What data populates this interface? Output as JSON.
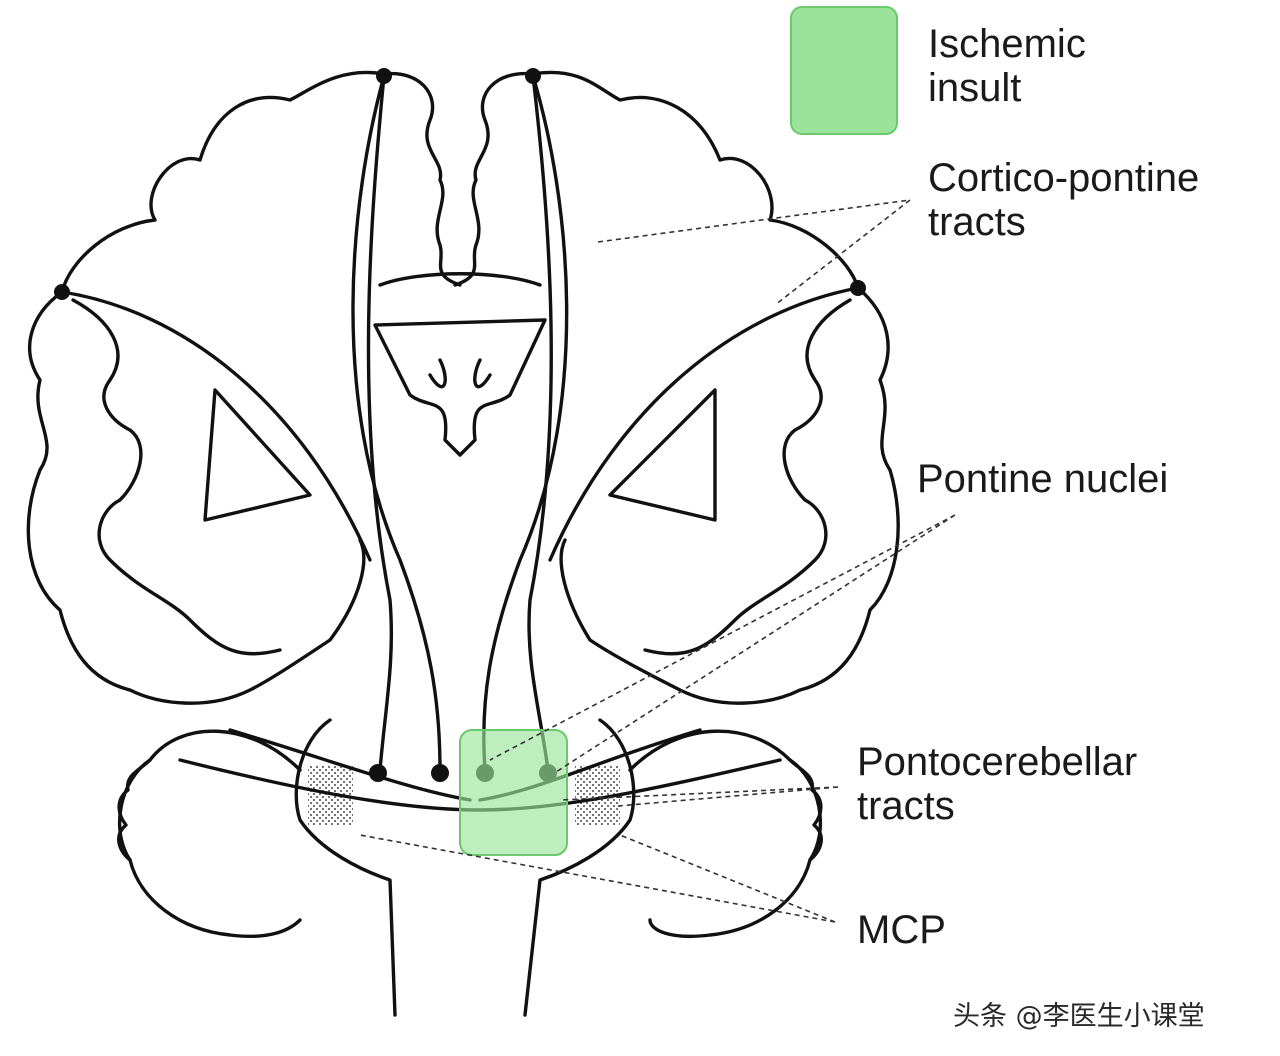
{
  "legend": {
    "swatch_color": "#9be39b",
    "swatch_border": "#6cc86c",
    "ischemic_line1": "Ischemic",
    "ischemic_line2": "insult"
  },
  "labels": {
    "cortico_line1": "Cortico-pontine",
    "cortico_line2": "tracts",
    "pontine_nuclei": "Pontine nuclei",
    "pontocerebellar_line1": "Pontocerebellar",
    "pontocerebellar_line2": "tracts",
    "mcp": "MCP"
  },
  "watermark": "头条 @李医生小课堂"
}
